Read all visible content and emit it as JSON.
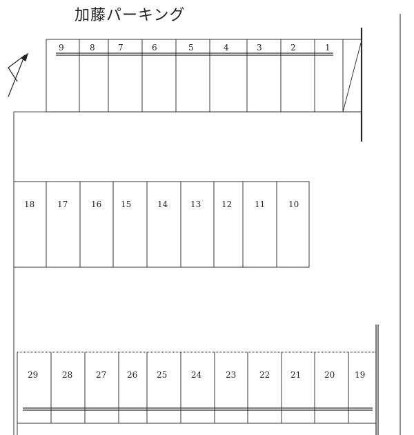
{
  "title": "加藤パーキング",
  "compass": {
    "icon": "north-arrow-icon"
  },
  "rows": {
    "top": [
      "9",
      "8",
      "7",
      "6",
      "5",
      "4",
      "3",
      "2",
      "1"
    ],
    "middle": [
      "18",
      "17",
      "16",
      "15",
      "14",
      "13",
      "12",
      "11",
      "10"
    ],
    "bottom": [
      "29",
      "28",
      "27",
      "26",
      "25",
      "24",
      "23",
      "22",
      "21",
      "20",
      "19"
    ]
  },
  "colors": {
    "line": "#222222",
    "background": "#ffffff"
  }
}
